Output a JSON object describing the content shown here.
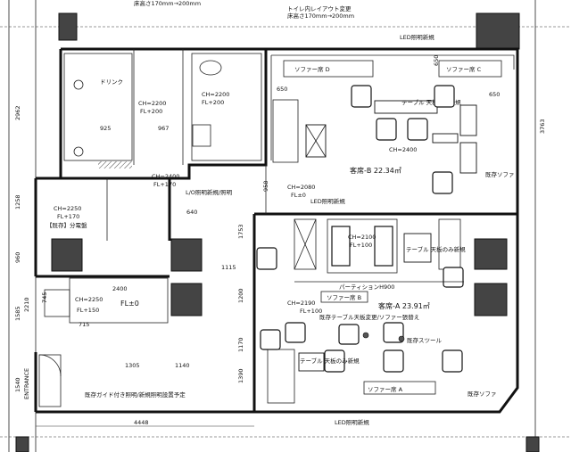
{
  "header": {
    "note_left": "床高さ170mm→200mm",
    "note_right_1": "トイレ内レイアウト変更",
    "note_right_2": "床高さ170mm→200mm"
  },
  "rooms": {
    "toilet": {
      "ch": "CH=2200",
      "fl": "FL+200"
    },
    "drink": {
      "label": "ドリンク",
      "ch": "CH=2200",
      "fl": "FL+200"
    },
    "corridor": {
      "ch": "CH=2400",
      "fl": "FL+170"
    },
    "hall": {
      "ch": "CH=2080",
      "fl": "FL±0"
    },
    "left_room": {
      "ch": "CH=2250",
      "fl": "FL+170",
      "label": "【既存】分電盤"
    },
    "left_lower": {
      "ch": "CH=2250",
      "fl": "FL+150"
    },
    "left_lower_fl": "FL±0",
    "seat_b": "客席-B 22.34㎡",
    "seat_a": "客席-A 23.91㎡",
    "seat_a_ch": "CH=2190",
    "seat_a_fl": "FL+100",
    "center_ch": "CH=2100",
    "center_fl": "FL+100",
    "seat_b_ch": "CH=2400"
  },
  "labels": {
    "sofa_d": "ソファー席 D",
    "sofa_c": "ソファー席 C",
    "sofa_b": "ソファー席 B",
    "sofa_a": "ソファー席 A",
    "existing_sofa_1": "既存ソファ",
    "existing_sofa_2": "既存ソファ",
    "partition": "パーティションH900",
    "existing_stool": "既存スツール",
    "entrance": "ENTRANCE",
    "table_note_1": "テーブル 天板のみ新規",
    "table_note_2": "テーブル 天板のみ新規",
    "existing_note": "既存テーブル天板変更/ソファー張替え",
    "bottom_note": "既存ガイド付き照明/新規照明設置予定",
    "led_top": "LED照明新規",
    "led_mid": "LED照明新規",
    "led_bottom": "LED照明新規",
    "lo_note": "L/O照明新規/照明"
  },
  "dimensions": {
    "d650a": "650",
    "d650b": "650",
    "d650c": "650",
    "d3763": "3763",
    "d2962": "2962",
    "d1258": "1258",
    "d960": "960",
    "d1585": "1585",
    "d1540": "1540",
    "d2210": "2210",
    "d745": "745",
    "d715": "715",
    "d640": "640",
    "d958": "958",
    "d1753": "1753",
    "d1115": "1115",
    "d1200": "1200",
    "d1170": "1170",
    "d1390": "1390",
    "d1305": "1305",
    "d1140": "1140",
    "d4448": "4448",
    "d2400": "2400",
    "d967": "967",
    "d925": "925"
  },
  "colors": {
    "wall": "#111111",
    "column": "#444444"
  }
}
